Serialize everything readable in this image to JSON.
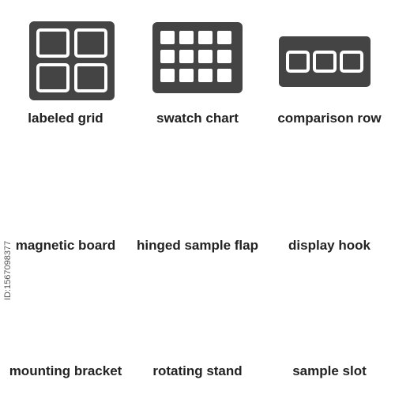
{
  "colors": {
    "icon_fill": "#444444",
    "background": "#ffffff",
    "caption": "#222222",
    "stroke_inner": "#ffffff"
  },
  "icons": [
    {
      "name": "labeled-grid-icon",
      "label": "labeled grid"
    },
    {
      "name": "swatch-chart-icon",
      "label": "swatch chart"
    },
    {
      "name": "comparison-row-icon",
      "label": "comparison row"
    },
    {
      "name": "magnetic-board-icon",
      "label": "magnetic board"
    },
    {
      "name": "hinged-sample-flap-icon",
      "label": "hinged sample flap"
    },
    {
      "name": "display-hook-icon",
      "label": "display hook"
    },
    {
      "name": "mounting-bracket-icon",
      "label": "mounting bracket"
    },
    {
      "name": "rotating-stand-icon",
      "label": "rotating stand"
    },
    {
      "name": "sample-slot-icon",
      "label": "sample slot"
    }
  ],
  "side_id": "ID:1567098377"
}
